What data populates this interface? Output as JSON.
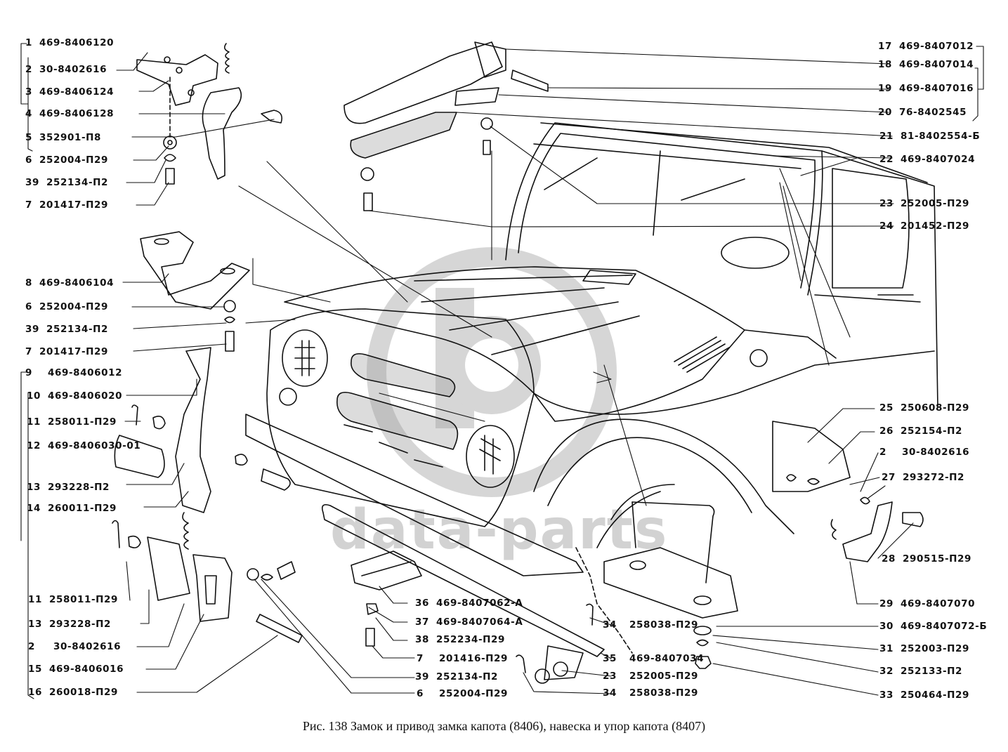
{
  "figure": {
    "caption": "Рис. 138  Замок и привод замка капота (8406), навеска и упор капота (8407)",
    "watermark": {
      "logo": "dp",
      "text": "data-parts",
      "color": "#d2d2d2"
    }
  },
  "callouts_left": [
    {
      "num": "1",
      "code": "469-8406120"
    },
    {
      "num": "2",
      "code": "30-8402616"
    },
    {
      "num": "3",
      "code": "469-8406124"
    },
    {
      "num": "4",
      "code": "469-8406128"
    },
    {
      "num": "5",
      "code": "352901-П8"
    },
    {
      "num": "6",
      "code": "252004-П29"
    },
    {
      "num": "39",
      "code": "252134-П2"
    },
    {
      "num": "7",
      "code": "201417-П29"
    },
    {
      "num": "8",
      "code": "469-8406104"
    },
    {
      "num": "6",
      "code": "252004-П29"
    },
    {
      "num": "39",
      "code": "252134-П2"
    },
    {
      "num": "7",
      "code": "201417-П29"
    },
    {
      "num": "9",
      "code": "469-8406012"
    },
    {
      "num": "10",
      "code": "469-8406020"
    },
    {
      "num": "11",
      "code": "258011-П29"
    },
    {
      "num": "12",
      "code": "469-8406030-01"
    },
    {
      "num": "13",
      "code": "293228-П2"
    },
    {
      "num": "14",
      "code": "260011-П29"
    },
    {
      "num": "11",
      "code": "258011-П29"
    },
    {
      "num": "13",
      "code": "293228-П2"
    },
    {
      "num": "2",
      "code": "30-8402616"
    },
    {
      "num": "15",
      "code": "469-8406016"
    },
    {
      "num": "16",
      "code": "260018-П29"
    }
  ],
  "callouts_right": [
    {
      "num": "17",
      "code": "469-8407012"
    },
    {
      "num": "18",
      "code": "469-8407014"
    },
    {
      "num": "19",
      "code": "469-8407016"
    },
    {
      "num": "20",
      "code": "76-8402545"
    },
    {
      "num": "21",
      "code": "81-8402554-Б"
    },
    {
      "num": "22",
      "code": "469-8407024"
    },
    {
      "num": "23",
      "code": "252005-П29"
    },
    {
      "num": "24",
      "code": "201452-П29"
    },
    {
      "num": "25",
      "code": "250608-П29"
    },
    {
      "num": "26",
      "code": "252154-П2"
    },
    {
      "num": "2",
      "code": "30-8402616"
    },
    {
      "num": "27",
      "code": "293272-П2"
    },
    {
      "num": "28",
      "code": "290515-П29"
    },
    {
      "num": "29",
      "code": "469-8407070"
    },
    {
      "num": "30",
      "code": "469-8407072-Б"
    },
    {
      "num": "31",
      "code": "252003-П29"
    },
    {
      "num": "32",
      "code": "252133-П2"
    },
    {
      "num": "33",
      "code": "250464-П29"
    }
  ],
  "callouts_bottom": [
    {
      "num": "36",
      "code": "469-8407062-А"
    },
    {
      "num": "37",
      "code": "469-8407064-А"
    },
    {
      "num": "38",
      "code": "252234-П29"
    },
    {
      "num": "7",
      "code": "201416-П29"
    },
    {
      "num": "39",
      "code": "252134-П2"
    },
    {
      "num": "6",
      "code": "252004-П29"
    },
    {
      "num": "34",
      "code": "258038-П29"
    },
    {
      "num": "35",
      "code": "469-8407034"
    },
    {
      "num": "23",
      "code": "252005-П29"
    },
    {
      "num": "34",
      "code": "258038-П29"
    }
  ]
}
